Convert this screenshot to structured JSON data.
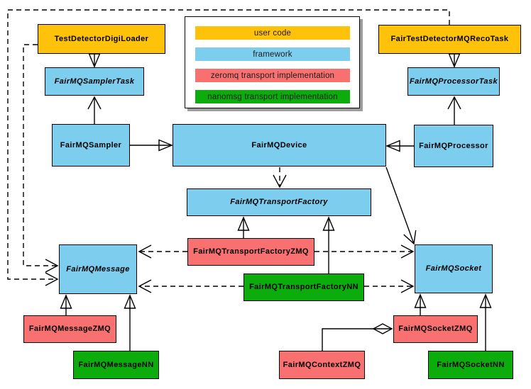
{
  "legend": {
    "items": [
      {
        "label": "user code",
        "color": "#FFC20A"
      },
      {
        "label": "framework",
        "color": "#7DCDEE"
      },
      {
        "label": "zeromq transport implementation",
        "color": "#F87070"
      },
      {
        "label": "nanomsg transport implementation",
        "color": "#0CAC0C"
      }
    ]
  },
  "colors": {
    "user_code": "#FFC20A",
    "framework": "#7DCDEE",
    "zeromq": "#F87070",
    "nanomsg": "#0CAC0C",
    "edge": "#000000"
  },
  "nodes": {
    "test_detector_digi_loader": {
      "label": "TestDetectorDigiLoader",
      "category": "user code"
    },
    "fair_test_detector_mq_reco_task": {
      "label": "FairTestDetectorMQRecoTask",
      "category": "user code"
    },
    "fair_mq_sampler_task": {
      "label": "FairMQSamplerTask",
      "category": "framework",
      "abstract": true
    },
    "fair_mq_processor_task": {
      "label": "FairMQProcessorTask",
      "category": "framework",
      "abstract": true
    },
    "fair_mq_sampler": {
      "label": "FairMQSampler",
      "category": "framework"
    },
    "fair_mq_device": {
      "label": "FairMQDevice",
      "category": "framework"
    },
    "fair_mq_processor": {
      "label": "FairMQProcessor",
      "category": "framework"
    },
    "fair_mq_transport_factory": {
      "label": "FairMQTransportFactory",
      "category": "framework",
      "abstract": true
    },
    "fair_mq_transport_factory_zmq": {
      "label": "FairMQTransportFactoryZMQ",
      "category": "zeromq transport implementation"
    },
    "fair_mq_transport_factory_nn": {
      "label": "FairMQTransportFactoryNN",
      "category": "nanomsg transport implementation"
    },
    "fair_mq_message": {
      "label": "FairMQMessage",
      "category": "framework",
      "abstract": true
    },
    "fair_mq_socket": {
      "label": "FairMQSocket",
      "category": "framework",
      "abstract": true
    },
    "fair_mq_message_zmq": {
      "label": "FairMQMessageZMQ",
      "category": "zeromq transport implementation"
    },
    "fair_mq_message_nn": {
      "label": "FairMQMessageNN",
      "category": "nanomsg transport implementation"
    },
    "fair_mq_socket_zmq": {
      "label": "FairMQSocketZMQ",
      "category": "zeromq transport implementation"
    },
    "fair_mq_context_zmq": {
      "label": "FairMQContextZMQ",
      "category": "zeromq transport implementation"
    },
    "fair_mq_socket_nn": {
      "label": "FairMQSocketNN",
      "category": "nanomsg transport implementation"
    }
  }
}
